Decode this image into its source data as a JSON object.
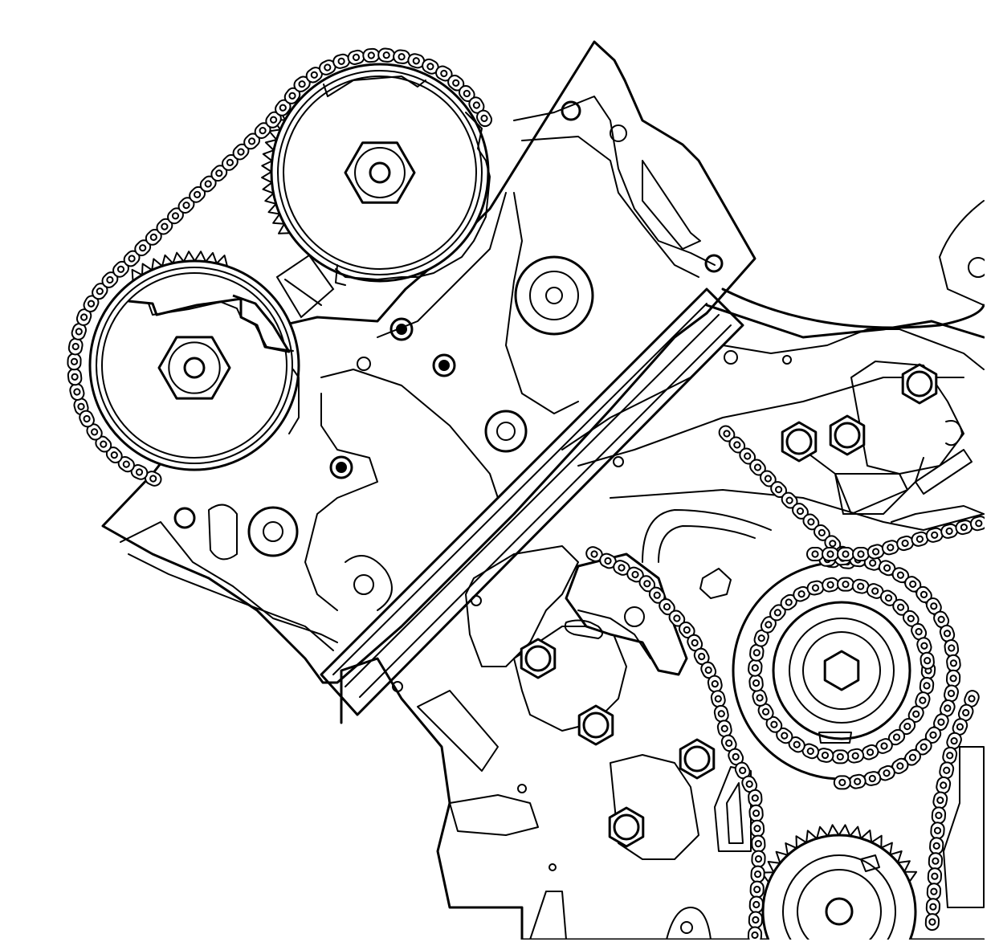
{
  "diagram": {
    "components": [
      {
        "id": "camshaft-sprocket-left",
        "icon": "gear-icon"
      },
      {
        "id": "camshaft-sprocket-right",
        "icon": "gear-icon"
      },
      {
        "id": "crankshaft-sprocket",
        "icon": "gear-icon"
      },
      {
        "id": "lower-sprocket",
        "icon": "gear-icon"
      },
      {
        "id": "timing-chains",
        "icon": "chain-icon"
      },
      {
        "id": "chain-guide",
        "icon": "guide-rail-icon"
      },
      {
        "id": "chain-tensioner",
        "icon": "tensioner-icon"
      },
      {
        "id": "front-cover-plate",
        "icon": "cover-plate-icon"
      }
    ],
    "line_color": "#000000",
    "background": "#ffffff"
  }
}
